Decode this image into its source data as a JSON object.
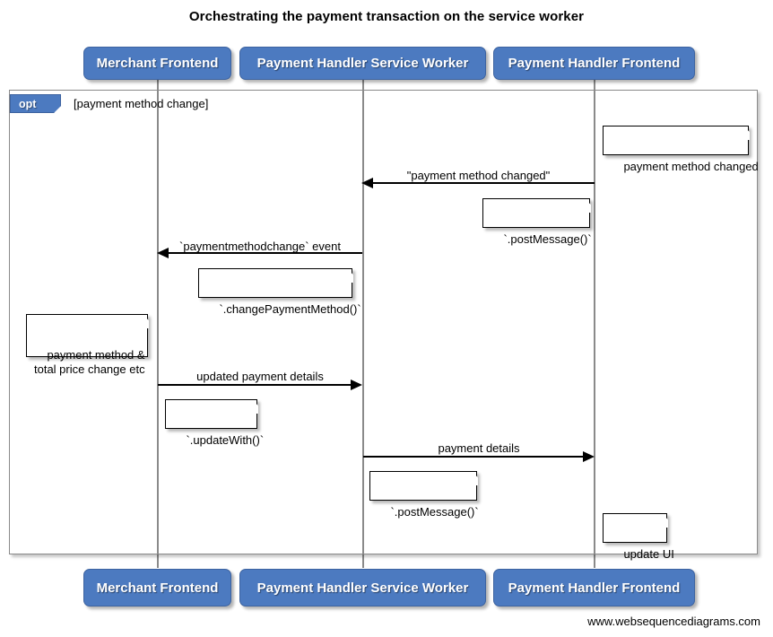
{
  "diagram": {
    "title": "Orchestrating the payment transaction on the service worker",
    "footer": "www.websequencediagrams.com",
    "accent_color": "#4c7ac0",
    "lifeline_color": "#8a8a8a",
    "note_background": "#ffffff",
    "text_color": "#000000"
  },
  "participants": [
    {
      "id": "merchant-frontend",
      "label": "Merchant Frontend"
    },
    {
      "id": "payment-handler-service-worker",
      "label": "Payment Handler Service Worker"
    },
    {
      "id": "payment-handler-frontend",
      "label": "Payment Handler Frontend"
    }
  ],
  "participants_bottom": [
    {
      "id": "merchant-frontend",
      "label": "Merchant Frontend"
    },
    {
      "id": "payment-handler-service-worker",
      "label": "Payment Handler Service Worker"
    },
    {
      "id": "payment-handler-frontend",
      "label": "Payment Handler Frontend"
    }
  ],
  "fragment": {
    "type": "opt",
    "tag_label": "opt",
    "condition": "[payment method change]"
  },
  "messages": [
    {
      "id": "payment-method-changed",
      "label": "\"payment method changed\"",
      "from": "payment-handler-frontend",
      "to": "payment-handler-service-worker",
      "direction": "left"
    },
    {
      "id": "paymentmethodchange-event",
      "label": "`paymentmethodchange` event",
      "from": "payment-handler-service-worker",
      "to": "merchant-frontend",
      "direction": "left"
    },
    {
      "id": "updated-payment-details",
      "label": "updated payment details",
      "from": "merchant-frontend",
      "to": "payment-handler-service-worker",
      "direction": "right"
    },
    {
      "id": "payment-details",
      "label": "payment details",
      "from": "payment-handler-service-worker",
      "to": "payment-handler-frontend",
      "direction": "right"
    }
  ],
  "notes": [
    {
      "id": "note-payment-method-changed",
      "text": "payment method changed",
      "attached_to": "payment-handler-frontend"
    },
    {
      "id": "note-post-message-1",
      "text": "`.postMessage()`",
      "attached_to": "payment-handler-frontend"
    },
    {
      "id": "note-change-payment-method",
      "text": "`.changePaymentMethod()`",
      "attached_to": "payment-handler-service-worker"
    },
    {
      "id": "note-payment-method-total-price",
      "text": "payment method &\ntotal price change etc",
      "attached_to": "merchant-frontend"
    },
    {
      "id": "note-update-with",
      "text": "`.updateWith()`",
      "attached_to": "merchant-frontend"
    },
    {
      "id": "note-post-message-2",
      "text": "`.postMessage()`",
      "attached_to": "payment-handler-service-worker"
    },
    {
      "id": "note-update-ui",
      "text": "update UI",
      "attached_to": "payment-handler-frontend"
    }
  ]
}
